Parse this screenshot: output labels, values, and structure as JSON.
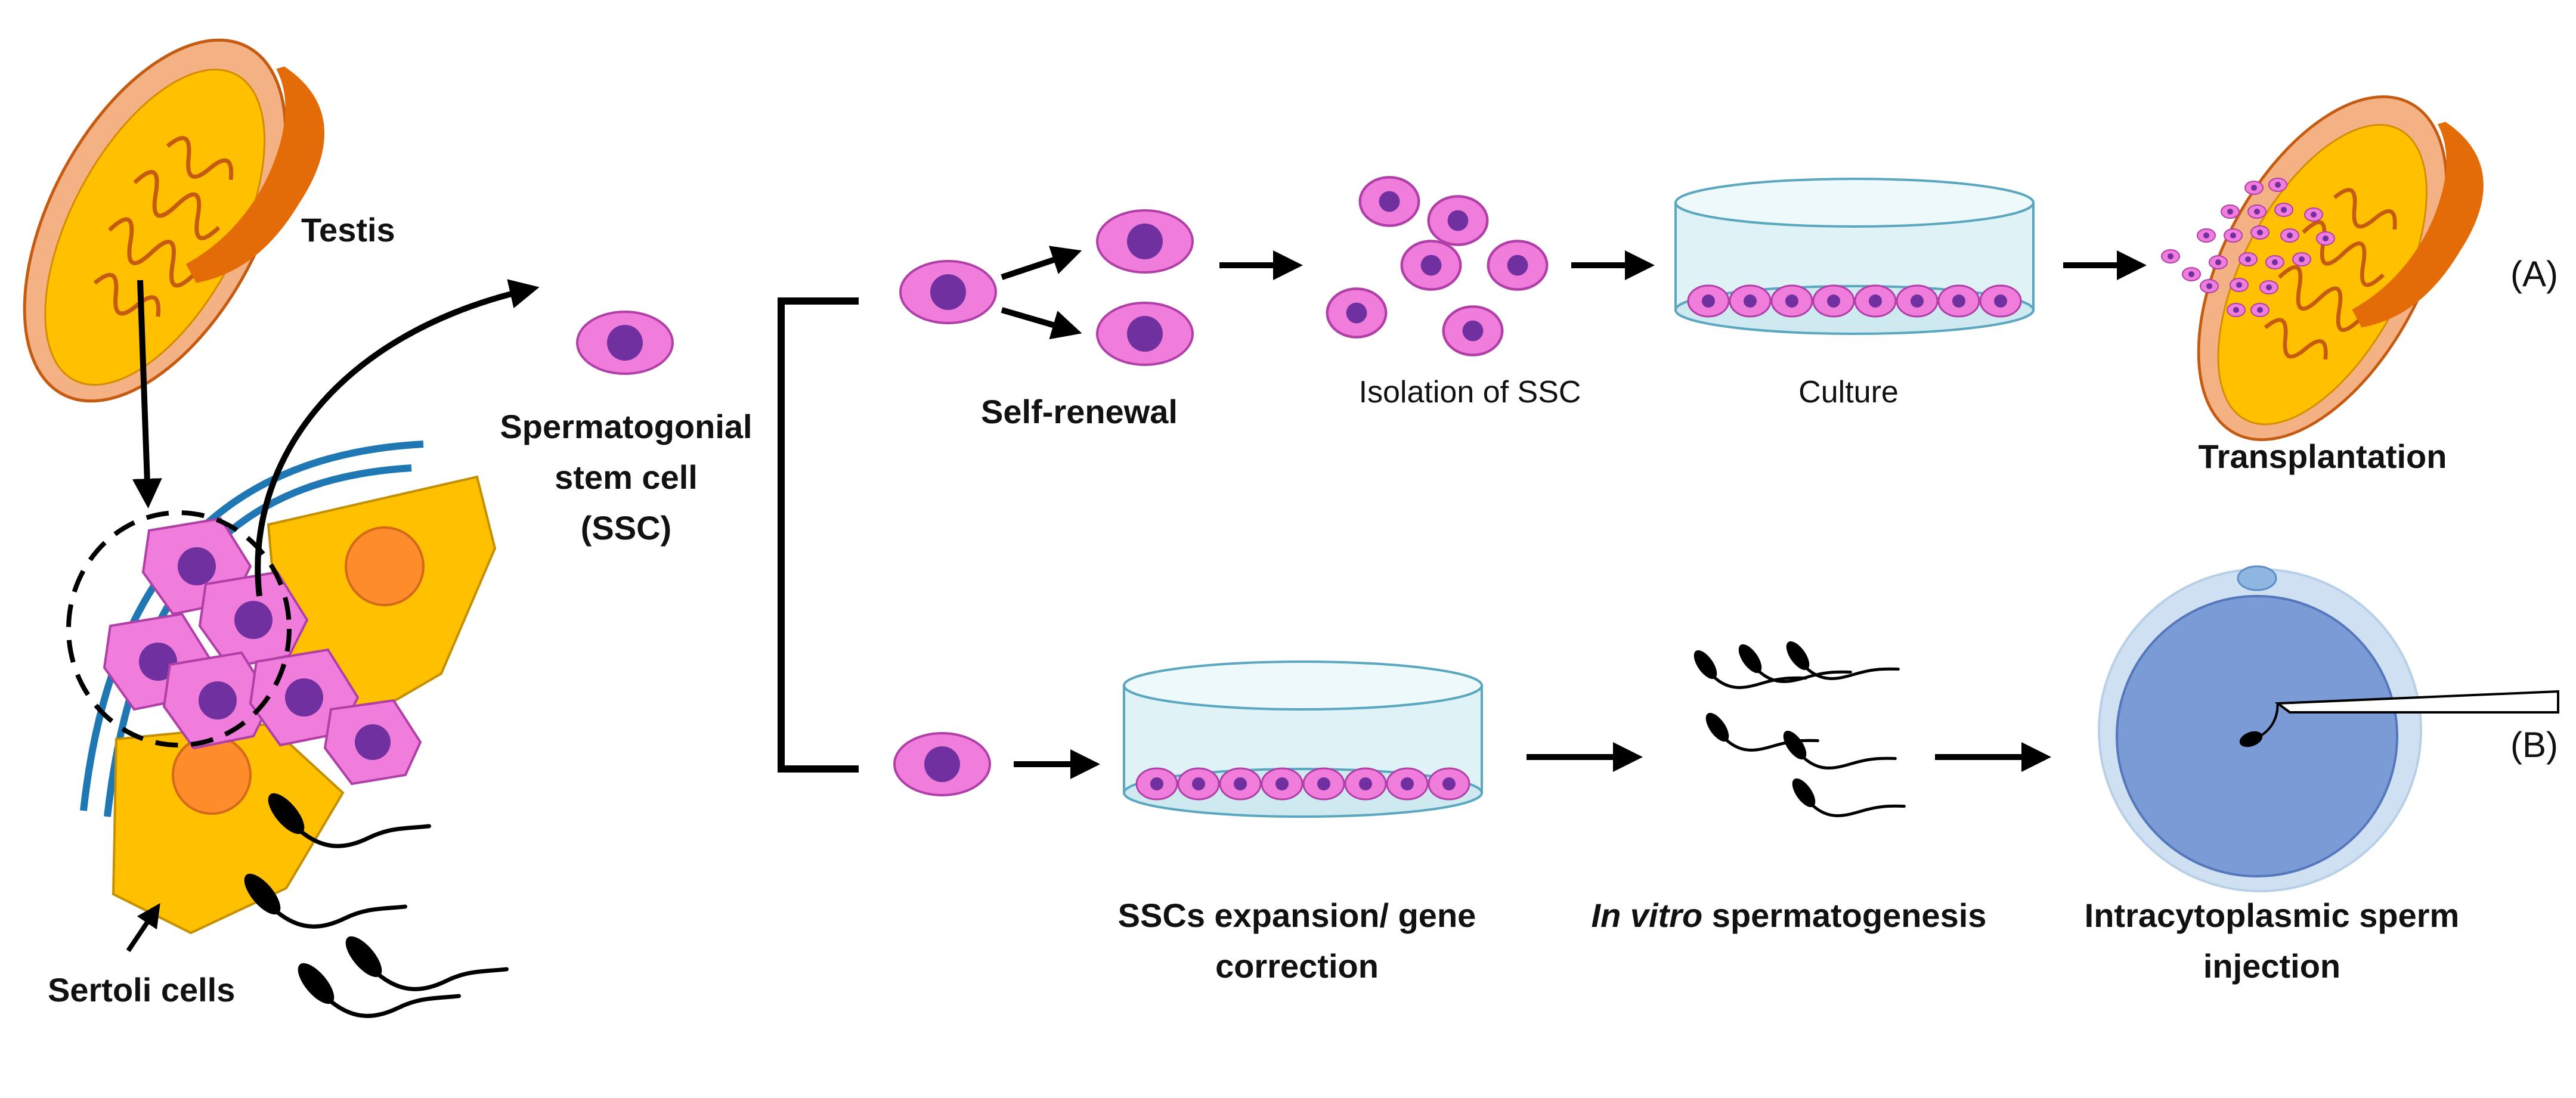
{
  "labels": {
    "testis": "Testis",
    "sertoli": "Sertoli cells",
    "ssc_line1": "Spermatogonial",
    "ssc_line2": "stem cell",
    "ssc_line3": "(SSC)",
    "self_renewal": "Self-renewal",
    "isolation": "Isolation of SSC",
    "culture": "Culture",
    "transplantation": "Transplantation",
    "expansion_line1": "SSCs expansion/ gene",
    "expansion_line2": "correction",
    "invitro_italic": "In vitro",
    "invitro_rest": " spermatogenesis",
    "icsi_line1": "Intracytoplasmic sperm",
    "icsi_line2": "injection",
    "pathway_a": "(A)",
    "pathway_b": "(B)"
  },
  "colors": {
    "testis_fill": "#ffc000",
    "testis_outer": "#f4b183",
    "testis_edge": "#c55a11",
    "epididymis": "#e36c09",
    "tubule": "#c55a11",
    "cell_fill": "#f07cdc",
    "cell_edge": "#b040a8",
    "nucleus": "#7030a0",
    "sertoli_fill": "#ffc000",
    "sertoli_nucleus": "#ff8c2a",
    "membrane": "#1f77b4",
    "dish_fill": "#dff3f7",
    "dish_edge": "#5ba7bf",
    "oocyte_inner": "#7a9bd6",
    "oocyte_outer": "#cfe0f2",
    "arrow": "#000000"
  },
  "icons": [
    "testis-organ",
    "stem-cell",
    "sertoli-cell",
    "culture-dish",
    "sperm-cell",
    "oocyte",
    "injection-pipette"
  ]
}
